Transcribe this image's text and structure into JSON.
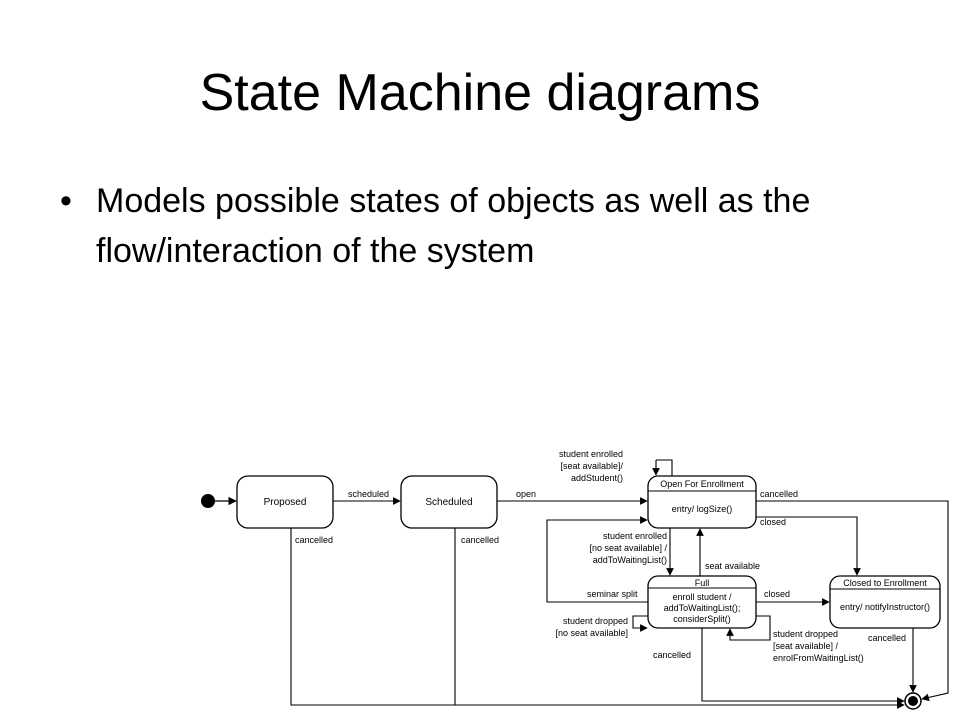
{
  "slide": {
    "title": "State Machine diagrams",
    "bullets": [
      "Models possible states of objects as well as the flow/interaction of the system"
    ],
    "bullet_glyph": "•"
  },
  "diagram": {
    "states": {
      "proposed": {
        "name": "Proposed"
      },
      "scheduled": {
        "name": "Scheduled"
      },
      "open": {
        "name": "Open For Enrollment",
        "activity": "entry/ logSize()"
      },
      "full": {
        "name": "Full",
        "activity": [
          "enroll student /",
          "addToWaitingList();",
          "considerSplit()"
        ]
      },
      "closed": {
        "name": "Closed to Enrollment",
        "activity": "entry/ notifyInstructor()"
      }
    },
    "transitions": {
      "scheduled": "scheduled",
      "open": "open",
      "cancelled_proposed": "cancelled",
      "cancelled_scheduled": "cancelled",
      "cancelled_open": "cancelled",
      "closed_open": "closed",
      "self_open": [
        "student enrolled",
        "[seat available]/",
        "addStudent()"
      ],
      "open_to_full": [
        "student enrolled",
        "[no seat available] /",
        "addToWaitingList()"
      ],
      "seat_available": "seat available",
      "seminar_split": "seminar split",
      "closed_full": "closed",
      "dropped_no_seat": [
        "student dropped",
        "[no seat available]"
      ],
      "cancelled_full": "cancelled",
      "dropped_seat": [
        "student dropped",
        "[seat available] /",
        "enrolFromWaitingList()"
      ],
      "cancelled_closed": "cancelled"
    }
  }
}
